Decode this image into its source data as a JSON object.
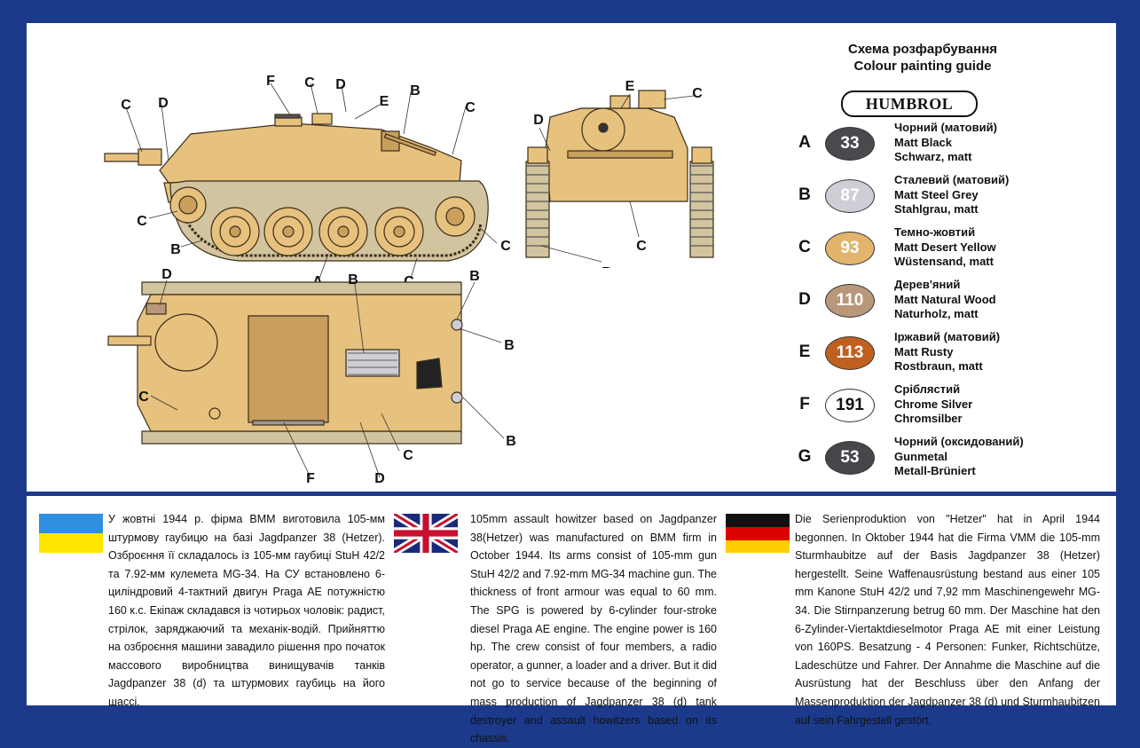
{
  "guide": {
    "title_ua": "Схема розфарбування",
    "title_en": "Colour painting guide",
    "brand": "HUMBROL"
  },
  "paints": [
    {
      "letter": "A",
      "number": "33",
      "ua": "Чорний (матовий)",
      "en": "Matt Black",
      "de": "Schwarz, matt",
      "color": "#4a4a4e",
      "text_color": "#ffffff"
    },
    {
      "letter": "B",
      "number": "87",
      "ua": "Сталевий (матовий)",
      "en": "Matt Steel Grey",
      "de": "Stahlgrau, matt",
      "color": "#cfcdd6",
      "text_color": "#ffffff"
    },
    {
      "letter": "C",
      "number": "93",
      "ua": "Темно-жовтий",
      "en": "Matt Desert Yellow",
      "de": "Wüstensand, matt",
      "color": "#e2b46c",
      "text_color": "#ffffff"
    },
    {
      "letter": "D",
      "number": "110",
      "ua": "Дерев'яний",
      "en": "Matt Natural Wood",
      "de": "Naturholz, matt",
      "color": "#b8977a",
      "text_color": "#ffffff"
    },
    {
      "letter": "E",
      "number": "113",
      "ua": "Іржавий (матовий)",
      "en": "Matt Rusty",
      "de": "Rostbraun, matt",
      "color": "#c0601e",
      "text_color": "#ffffff"
    },
    {
      "letter": "F",
      "number": "191",
      "ua": "Сріблястий",
      "en": "Chrome Silver",
      "de": "Chromsilber",
      "color": "#ffffff",
      "text_color": "#111111"
    },
    {
      "letter": "G",
      "number": "53",
      "ua": "Чорний (оксидований)",
      "en": "Gunmetal",
      "de": "Metall-Brüniert",
      "color": "#47474b",
      "text_color": "#ffffff"
    }
  ],
  "callouts": {
    "side": [
      "C",
      "D",
      "F",
      "C",
      "D",
      "E",
      "B",
      "C",
      "C",
      "B",
      "A",
      "C",
      "C"
    ],
    "front": [
      "E",
      "C",
      "D",
      "C",
      "B"
    ],
    "top": [
      "D",
      "B",
      "C",
      "B",
      "B",
      "B",
      "C",
      "F",
      "D"
    ]
  },
  "colors": {
    "frame_blue": "#1c3a8c",
    "tank_sand": "#e7c27e",
    "tank_shadow": "#c99f5c",
    "outline": "#3a2c1a"
  },
  "descriptions": {
    "ua": "У жовтні 1944 р. фірма ВММ виготовила 105-мм штурмову гаубицю на базі Jagdpanzer 38 (Hetzer). Озброєння її складалось із 105-мм гаубиці StuH 42/2 та 7.92-мм кулемета MG-34. На СУ встановлено 6-циліндровий 4-тактний двигун Praga AE потужністю 160 к.с. Екіпаж складався із чотирьох чоловік: радист, стрілок, заряджаючий та механік-водій. Прийняттю на озброєння машини завадило рішення про початок массового виробництва винищувачів танків Jagdpanzer 38 (d) та штурмових гаубиць на його шассі.",
    "en": "105mm assault howitzer based on Jagdpanzer 38(Hetzer) was manufactured on BMM firm in October 1944. Its arms consist of 105-mm gun StuH 42/2 and 7.92-mm MG-34 machine gun. The thickness of front armour was equal to 60 mm. The SPG is powered by 6-cylinder four-stroke diesel Praga AE engine. The engine power is 160 hp. The crew consist of four members, a radio operator, a gunner, a loader and a driver. But it did not go to service because of the beginning of mass production of Jagdpanzer 38 (d) tank destroyer and assault howitzers based on its chassis.",
    "de": "Die Serienproduktion von \"Hetzer\" hat in April 1944 begonnen. In Oktober 1944 hat die Firma VMM die 105-mm Sturmhaubitze auf der Basis Jagdpanzer 38 (Hetzer) hergestellt. Seine Waffenausrüstung bestand aus einer 105 mm Kanone StuH 42/2 und 7,92 mm Maschinengewehr MG-34. Die Stirnpanzerung betrug 60 mm. Der Maschine hat den 6-Zylinder-Viertaktdieselmotor Praga AE mit einer Leistung von 160PS. Besatzung - 4 Personen: Funker, Richtschütze, Ladeschütze und Fahrer. Der Annahme die Maschine auf die Ausrüstung hat der Beschluss über den Anfang der Massenproduktion der Jagdpanzer 38 (d) und Sturmhaubitzen auf sein Fahrgestell gestört."
  }
}
